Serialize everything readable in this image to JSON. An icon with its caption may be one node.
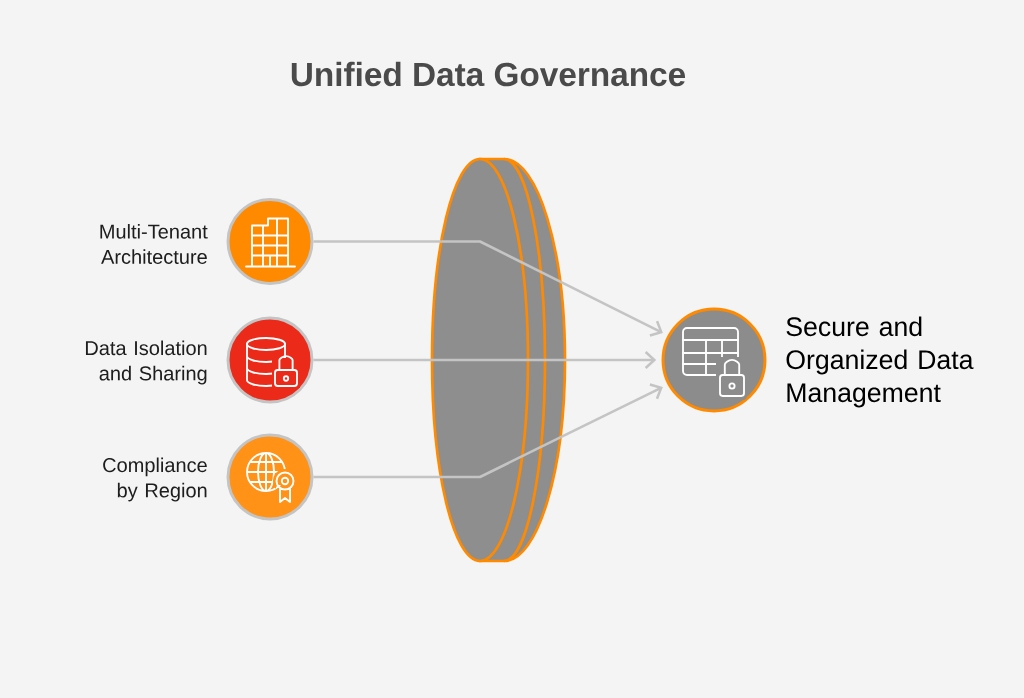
{
  "diagram": {
    "title": "Unified Data Governance",
    "nodes": [
      {
        "text": [
          "Multi-Tenant Architecture"
        ]
      },
      {
        "text": [
          "Data Isolation and Sharing"
        ]
      },
      {
        "text": [
          "Compliance by Region"
        ]
      },
      {
        "text": [],
        "shape": "disk"
      },
      {
        "text": [
          "Secure and Organized Data Management"
        ]
      }
    ],
    "edges": [
      {
        "from": 0,
        "to": 3,
        "arrow": "none"
      },
      {
        "from": 1,
        "to": 3,
        "arrow": "none"
      },
      {
        "from": 2,
        "to": 3,
        "arrow": "none"
      },
      {
        "from": 3,
        "to": 4,
        "arrow": "to"
      },
      {
        "from": 3,
        "to": 4,
        "arrow": "to"
      },
      {
        "from": 3,
        "to": 4,
        "arrow": "to"
      }
    ]
  }
}
